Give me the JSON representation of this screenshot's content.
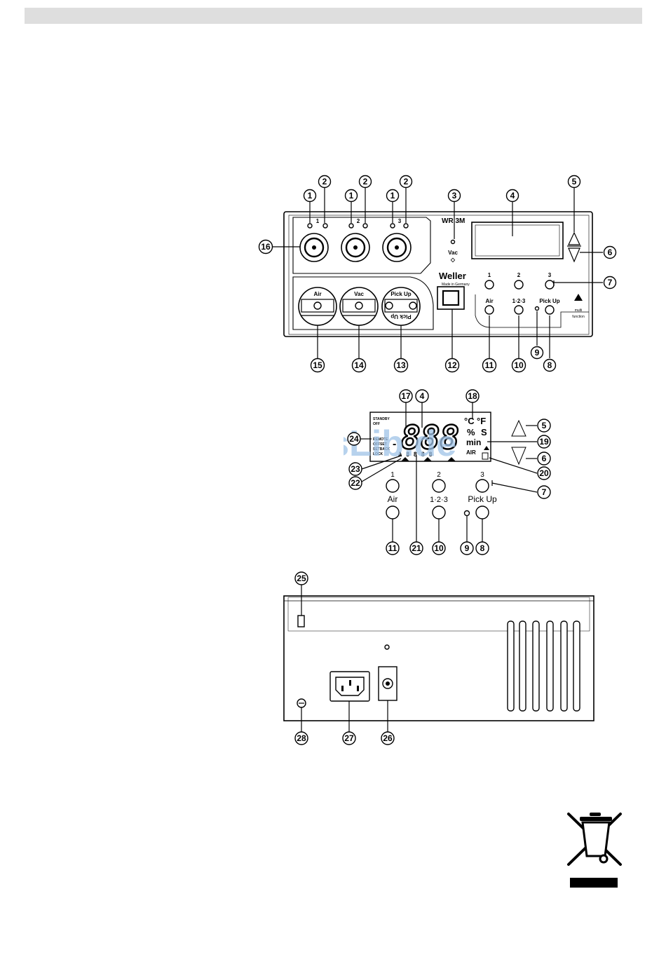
{
  "watermark": "ManualsLib.de",
  "front_panel": {
    "model": "WR 3M",
    "brand": "Weller",
    "brand_sub": "Made in Germany",
    "vac": "Vac",
    "ch1": "1",
    "ch2": "2",
    "ch3": "3",
    "btn_air": "Air",
    "btn_123": "1·2·3",
    "btn_pickup": "Pick Up",
    "valve_air": "Air",
    "valve_vac": "Vac",
    "valve_pickup": "Pick Up",
    "valve_pickup_mirror": "Pick Up",
    "function_line1": "multi",
    "function_line2": "function"
  },
  "display": {
    "digits": "888",
    "minus": "-",
    "unit_c": "°C",
    "unit_f": "°F",
    "unit_pct": "%",
    "unit_s": "S",
    "unit_min": "min",
    "unit_air": "AIR",
    "mode_standby": "STANDBY",
    "mode_off": "OFF",
    "mode_offset": "OFFSET",
    "mode_offset_vis": "OFFSET",
    "mode_setback": "SETBACK",
    "mode_lock": "LOCK",
    "mode_remote": "REMOTE",
    "mode_remote_vis": "REMOTE",
    "mode_set_vis": "SET",
    "mode_set": "SET",
    "mode_lock_vis": "LOCK",
    "small_digits": "A 8 8 8 8",
    "ch1": "1",
    "ch2": "2",
    "ch3": "3",
    "btn_air": "Air",
    "btn_123": "1·2·3",
    "btn_pickup": "Pick Up"
  },
  "callouts": {
    "front": [
      "1",
      "2",
      "1",
      "2",
      "1",
      "2",
      "3",
      "4",
      "5",
      "6",
      "7",
      "8",
      "9",
      "10",
      "11",
      "12",
      "13",
      "14",
      "15",
      "16"
    ],
    "display": [
      "17",
      "4",
      "18",
      "5",
      "19",
      "6",
      "20",
      "24",
      "23",
      "22",
      "7",
      "11",
      "21",
      "10",
      "9",
      "8"
    ],
    "rear": [
      "25",
      "28",
      "27",
      "26"
    ]
  }
}
